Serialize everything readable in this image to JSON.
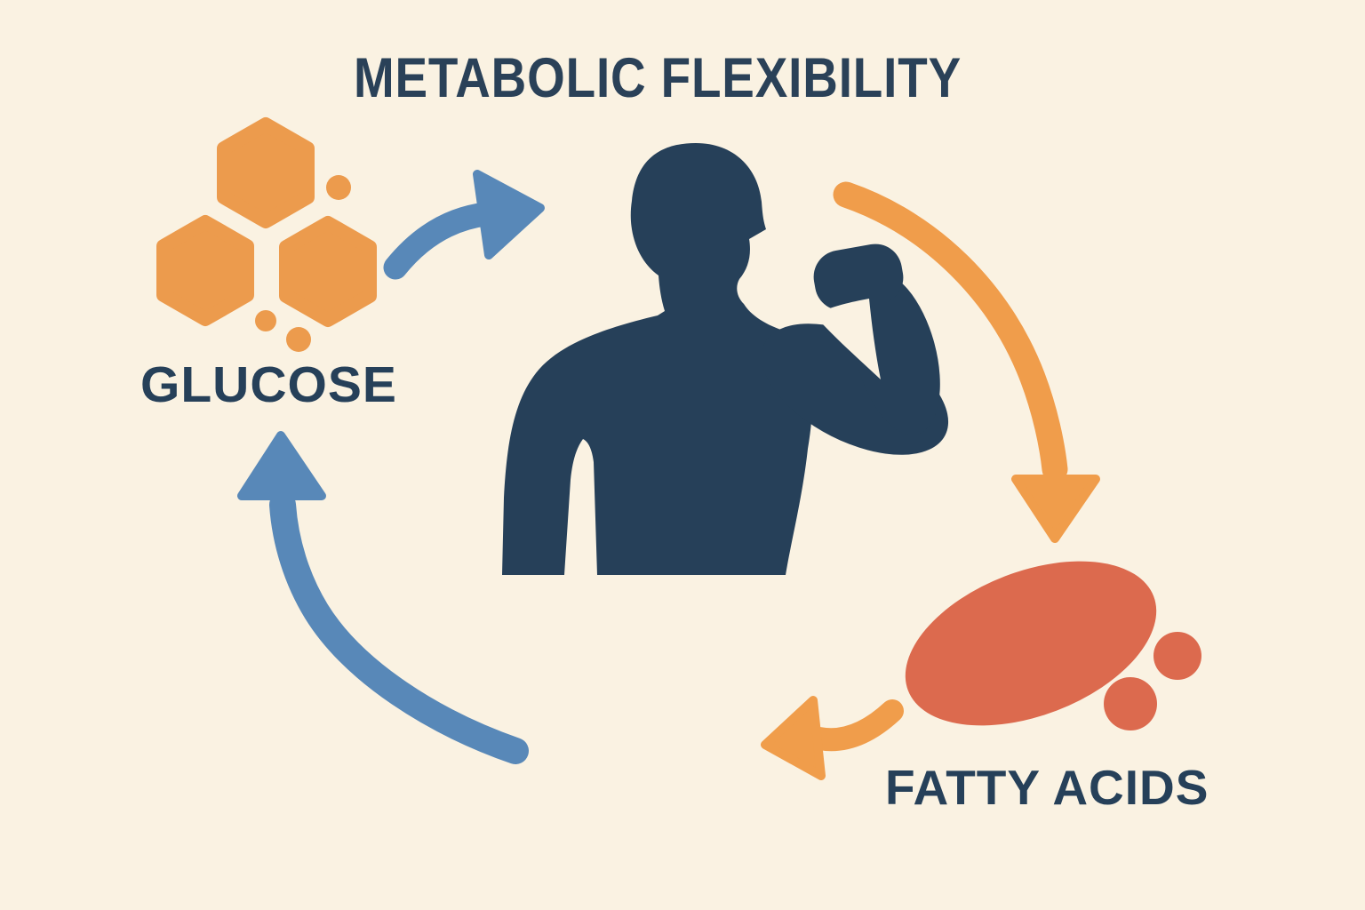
{
  "title": "METABOLIC FLEXIBILITY",
  "nodes": {
    "glucose": {
      "label": "GLUCOSE",
      "icon": "glucose-hexagon-molecules",
      "color": "#ec9b4d"
    },
    "body": {
      "icon": "flexing-person-silhouette",
      "color": "#264059"
    },
    "fatty_acids": {
      "label": "FATTY ACIDS",
      "icon": "fatty-acid-lipid-droplet",
      "color": "#dc6a4e"
    }
  },
  "cycle": {
    "arrows": [
      {
        "name": "glucose-to-body",
        "color": "#5888b8",
        "direction": "up-right"
      },
      {
        "name": "body-to-fatty-acids",
        "color": "#f09d4b",
        "direction": "down"
      },
      {
        "name": "fatty-acids-outflow",
        "color": "#f09d4b",
        "direction": "left"
      },
      {
        "name": "recycle-to-glucose",
        "color": "#5888b8",
        "direction": "up"
      }
    ]
  },
  "colors": {
    "background": "#faf2e2",
    "navy": "#264059",
    "orange": "#ec9b4d",
    "arrow_orange": "#f09d4b",
    "blue": "#5888b8",
    "red": "#dc6a4e",
    "title_text": "#2a4158",
    "label_text": "#264059"
  }
}
